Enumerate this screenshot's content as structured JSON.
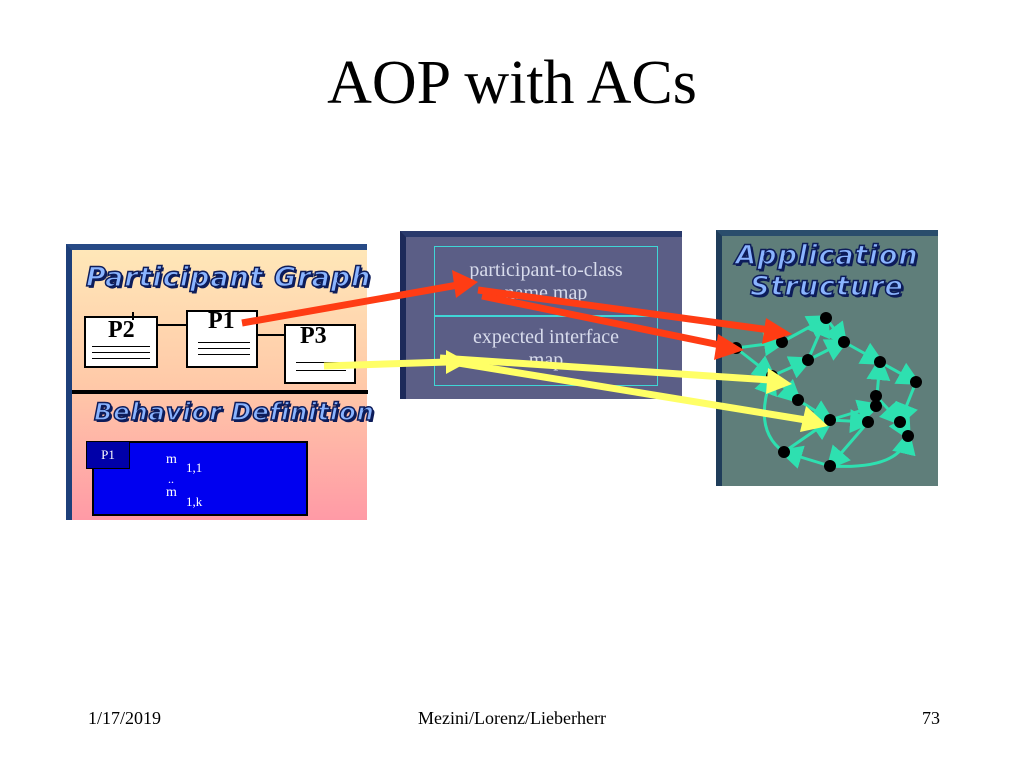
{
  "slide": {
    "title": "AOP with ACs"
  },
  "participant_graph": {
    "title": "Participant Graph",
    "participants": [
      "P2",
      "P1",
      "P3"
    ]
  },
  "behavior_definition": {
    "title": "Behavior Definition",
    "tab": "P1",
    "method1_name": "m",
    "method1_sub": "1,1",
    "ellipsis": "..",
    "method2_name": "m",
    "method2_sub": "1,k"
  },
  "maps": {
    "participant_to_class": "participant-to-class",
    "name_map": "name map",
    "expected_interface": "expected interface",
    "map": "map"
  },
  "application_structure": {
    "title_line1": "Application",
    "title_line2": "Structure"
  },
  "footer": {
    "date": "1/17/2019",
    "authors": "Mezini/Lorenz/Lieberherr",
    "page": "73"
  },
  "colors": {
    "red_arrow": "#ff3c14",
    "yellow_arrow": "#ffff66",
    "graph_edge": "#2ee0b0",
    "node": "#000000"
  }
}
